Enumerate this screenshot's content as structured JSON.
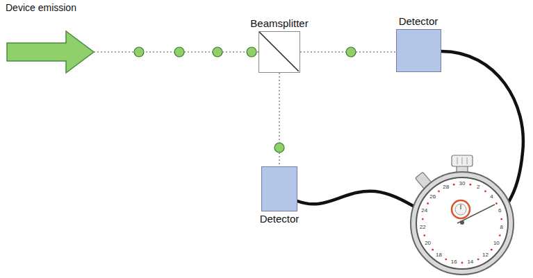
{
  "diagram": {
    "nodes": [
      {
        "text": [
          "Beamsplitter"
        ]
      },
      {
        "text": [
          "Detector"
        ]
      },
      {
        "text": [
          "Detector"
        ]
      }
    ],
    "edges": [
      {
        "from": 0,
        "to": 1,
        "arrow": "none"
      },
      {
        "from": 0,
        "to": 2,
        "arrow": "none"
      }
    ],
    "labels": [
      "Device emission",
      "30",
      "2",
      "4",
      "6",
      "8",
      "10",
      "12",
      "14",
      "16",
      "18",
      "20",
      "22",
      "24",
      "26",
      "28"
    ]
  }
}
